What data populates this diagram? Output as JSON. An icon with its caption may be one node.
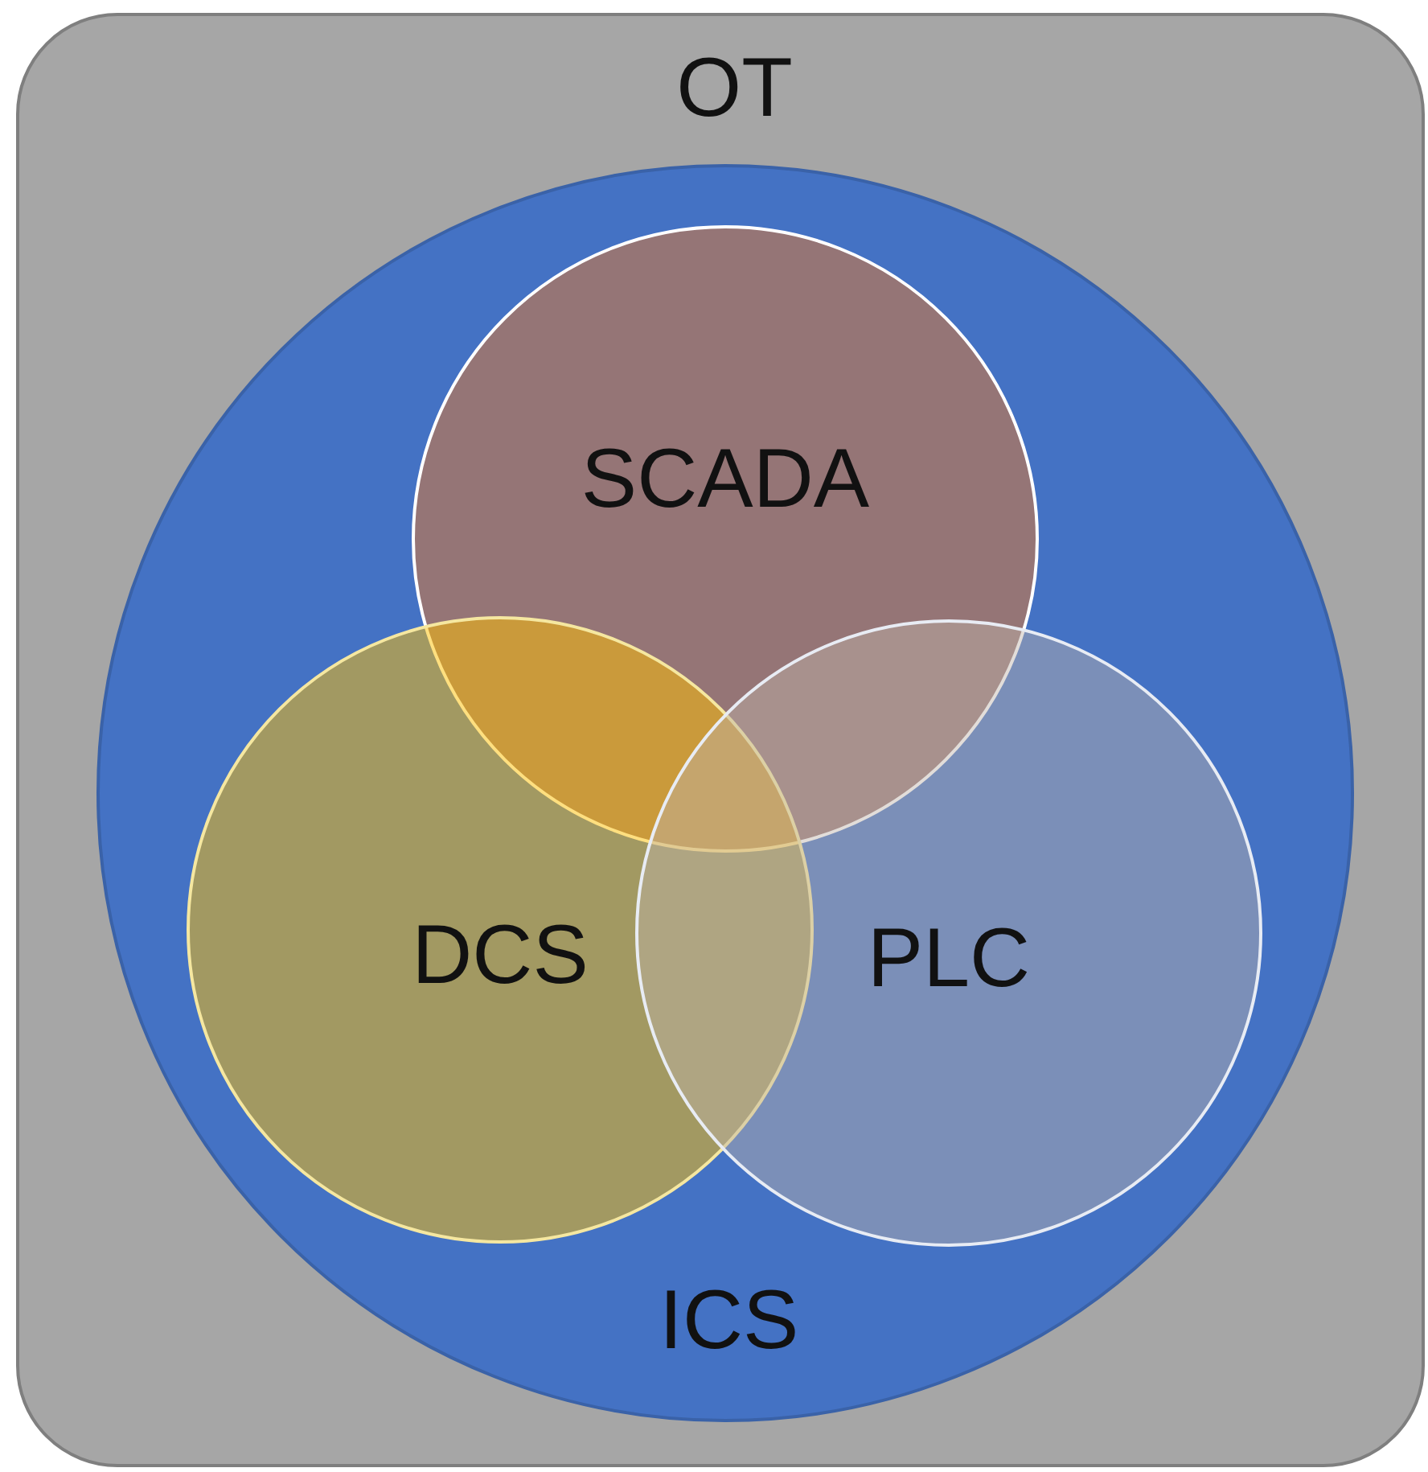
{
  "diagram": {
    "nodes": [
      {
        "text": [
          "OT"
        ]
      },
      {
        "text": [
          "ICS"
        ],
        "in": 0
      },
      {
        "text": [
          "SCADA"
        ],
        "in": 1
      },
      {
        "text": [
          "DCS"
        ],
        "in": 1
      },
      {
        "text": [
          "PLC"
        ],
        "in": 1
      }
    ]
  }
}
